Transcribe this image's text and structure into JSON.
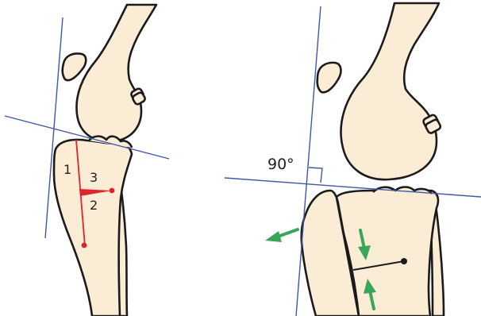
{
  "left_panel": {
    "labels": {
      "one": "1",
      "two": "2",
      "three": "3"
    }
  },
  "right_panel": {
    "angle_label": "90°"
  },
  "colors": {
    "bone_fill": "#fbecd6",
    "outline": "#1b1b1b",
    "reference_line": "#3f57a6",
    "measurement": "#e0232a",
    "arrow": "#3ba55a"
  }
}
